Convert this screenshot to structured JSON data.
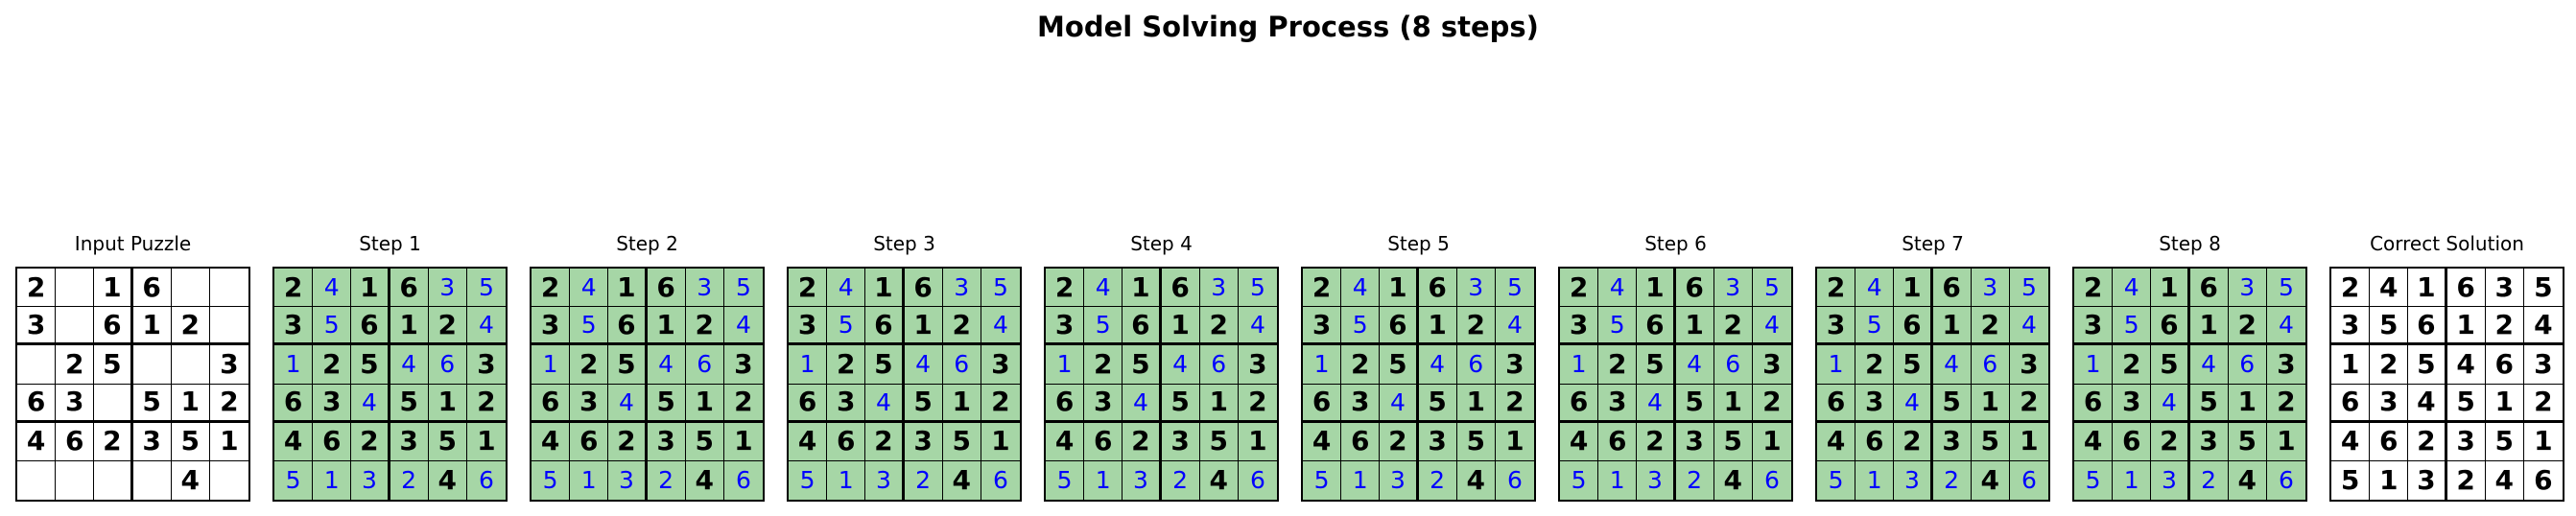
{
  "title": "Model Solving Process (8 steps)",
  "colors": {
    "correct_fill": "#a6d6a6",
    "empty_fill": "#ffffff",
    "given_digit": "#000000",
    "filled_digit": "#0000ff",
    "grid_line": "#000000"
  },
  "panels": [
    {
      "title": "Input Puzzle",
      "shaded": false,
      "grid": [
        [
          2,
          null,
          1,
          6,
          null,
          null
        ],
        [
          3,
          null,
          6,
          1,
          2,
          null
        ],
        [
          null,
          2,
          5,
          null,
          null,
          3
        ],
        [
          6,
          3,
          null,
          5,
          1,
          2
        ],
        [
          4,
          6,
          2,
          3,
          5,
          1
        ],
        [
          null,
          null,
          null,
          null,
          4,
          null
        ]
      ]
    },
    {
      "title": "Step 1",
      "shaded": true,
      "grid": [
        [
          2,
          4,
          1,
          6,
          3,
          5
        ],
        [
          3,
          5,
          6,
          1,
          2,
          4
        ],
        [
          1,
          2,
          5,
          4,
          6,
          3
        ],
        [
          6,
          3,
          4,
          5,
          1,
          2
        ],
        [
          4,
          6,
          2,
          3,
          5,
          1
        ],
        [
          5,
          1,
          3,
          2,
          4,
          6
        ]
      ]
    },
    {
      "title": "Step 2",
      "shaded": true,
      "grid": [
        [
          2,
          4,
          1,
          6,
          3,
          5
        ],
        [
          3,
          5,
          6,
          1,
          2,
          4
        ],
        [
          1,
          2,
          5,
          4,
          6,
          3
        ],
        [
          6,
          3,
          4,
          5,
          1,
          2
        ],
        [
          4,
          6,
          2,
          3,
          5,
          1
        ],
        [
          5,
          1,
          3,
          2,
          4,
          6
        ]
      ]
    },
    {
      "title": "Step 3",
      "shaded": true,
      "grid": [
        [
          2,
          4,
          1,
          6,
          3,
          5
        ],
        [
          3,
          5,
          6,
          1,
          2,
          4
        ],
        [
          1,
          2,
          5,
          4,
          6,
          3
        ],
        [
          6,
          3,
          4,
          5,
          1,
          2
        ],
        [
          4,
          6,
          2,
          3,
          5,
          1
        ],
        [
          5,
          1,
          3,
          2,
          4,
          6
        ]
      ]
    },
    {
      "title": "Step 4",
      "shaded": true,
      "grid": [
        [
          2,
          4,
          1,
          6,
          3,
          5
        ],
        [
          3,
          5,
          6,
          1,
          2,
          4
        ],
        [
          1,
          2,
          5,
          4,
          6,
          3
        ],
        [
          6,
          3,
          4,
          5,
          1,
          2
        ],
        [
          4,
          6,
          2,
          3,
          5,
          1
        ],
        [
          5,
          1,
          3,
          2,
          4,
          6
        ]
      ]
    },
    {
      "title": "Step 5",
      "shaded": true,
      "grid": [
        [
          2,
          4,
          1,
          6,
          3,
          5
        ],
        [
          3,
          5,
          6,
          1,
          2,
          4
        ],
        [
          1,
          2,
          5,
          4,
          6,
          3
        ],
        [
          6,
          3,
          4,
          5,
          1,
          2
        ],
        [
          4,
          6,
          2,
          3,
          5,
          1
        ],
        [
          5,
          1,
          3,
          2,
          4,
          6
        ]
      ]
    },
    {
      "title": "Step 6",
      "shaded": true,
      "grid": [
        [
          2,
          4,
          1,
          6,
          3,
          5
        ],
        [
          3,
          5,
          6,
          1,
          2,
          4
        ],
        [
          1,
          2,
          5,
          4,
          6,
          3
        ],
        [
          6,
          3,
          4,
          5,
          1,
          2
        ],
        [
          4,
          6,
          2,
          3,
          5,
          1
        ],
        [
          5,
          1,
          3,
          2,
          4,
          6
        ]
      ]
    },
    {
      "title": "Step 7",
      "shaded": true,
      "grid": [
        [
          2,
          4,
          1,
          6,
          3,
          5
        ],
        [
          3,
          5,
          6,
          1,
          2,
          4
        ],
        [
          1,
          2,
          5,
          4,
          6,
          3
        ],
        [
          6,
          3,
          4,
          5,
          1,
          2
        ],
        [
          4,
          6,
          2,
          3,
          5,
          1
        ],
        [
          5,
          1,
          3,
          2,
          4,
          6
        ]
      ]
    },
    {
      "title": "Step 8",
      "shaded": true,
      "grid": [
        [
          2,
          4,
          1,
          6,
          3,
          5
        ],
        [
          3,
          5,
          6,
          1,
          2,
          4
        ],
        [
          1,
          2,
          5,
          4,
          6,
          3
        ],
        [
          6,
          3,
          4,
          5,
          1,
          2
        ],
        [
          4,
          6,
          2,
          3,
          5,
          1
        ],
        [
          5,
          1,
          3,
          2,
          4,
          6
        ]
      ]
    },
    {
      "title": "Correct Solution",
      "shaded": false,
      "grid": [
        [
          2,
          4,
          1,
          6,
          3,
          5
        ],
        [
          3,
          5,
          6,
          1,
          2,
          4
        ],
        [
          1,
          2,
          5,
          4,
          6,
          3
        ],
        [
          6,
          3,
          4,
          5,
          1,
          2
        ],
        [
          4,
          6,
          2,
          3,
          5,
          1
        ],
        [
          5,
          1,
          3,
          2,
          4,
          6
        ]
      ]
    }
  ]
}
